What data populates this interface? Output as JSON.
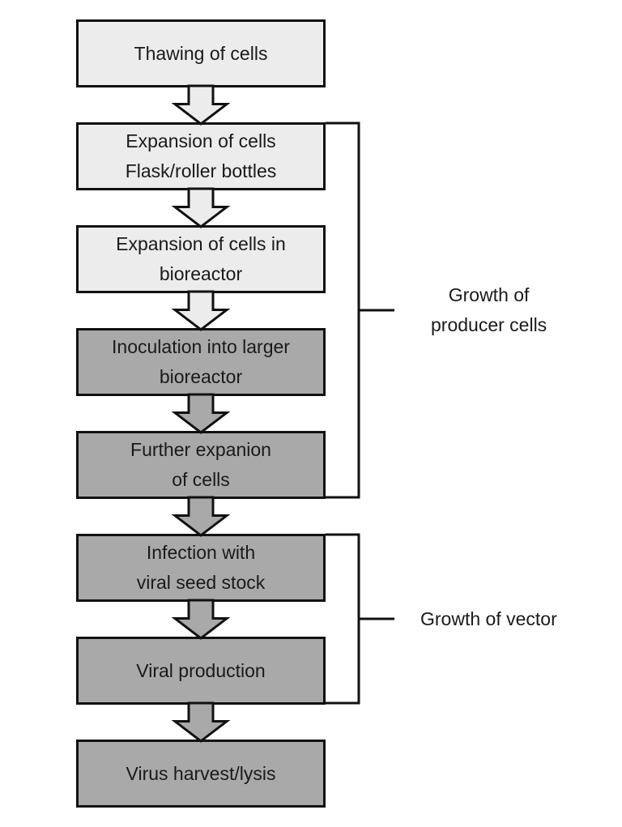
{
  "steps": [
    {
      "lines": [
        "Thawing of cells"
      ],
      "shade": "light"
    },
    {
      "lines": [
        "Expansion of cells",
        "Flask/roller bottles"
      ],
      "shade": "light"
    },
    {
      "lines": [
        "Expansion of cells in",
        "bioreactor"
      ],
      "shade": "light"
    },
    {
      "lines": [
        "Inoculation into larger",
        "bioreactor"
      ],
      "shade": "dark"
    },
    {
      "lines": [
        "Further expanion",
        "of cells"
      ],
      "shade": "dark"
    },
    {
      "lines": [
        "Infection with",
        "viral seed stock"
      ],
      "shade": "dark"
    },
    {
      "lines": [
        "Viral production"
      ],
      "shade": "dark"
    },
    {
      "lines": [
        "Virus harvest/lysis"
      ],
      "shade": "dark"
    }
  ],
  "arrows": [
    {
      "shade": "light"
    },
    {
      "shade": "light"
    },
    {
      "shade": "light"
    },
    {
      "shade": "dark"
    },
    {
      "shade": "dark"
    },
    {
      "shade": "dark"
    },
    {
      "shade": "dark"
    }
  ],
  "phases": [
    {
      "lines": [
        "Growth of",
        "producer cells"
      ],
      "from_step": 1,
      "to_step": 4
    },
    {
      "lines": [
        "Growth of vector"
      ],
      "from_step": 5,
      "to_step": 6
    }
  ],
  "colors": {
    "light_fill": "#ececec",
    "dark_fill": "#a9a9a9",
    "stroke": "#111111",
    "text": "#1a1a1a"
  }
}
